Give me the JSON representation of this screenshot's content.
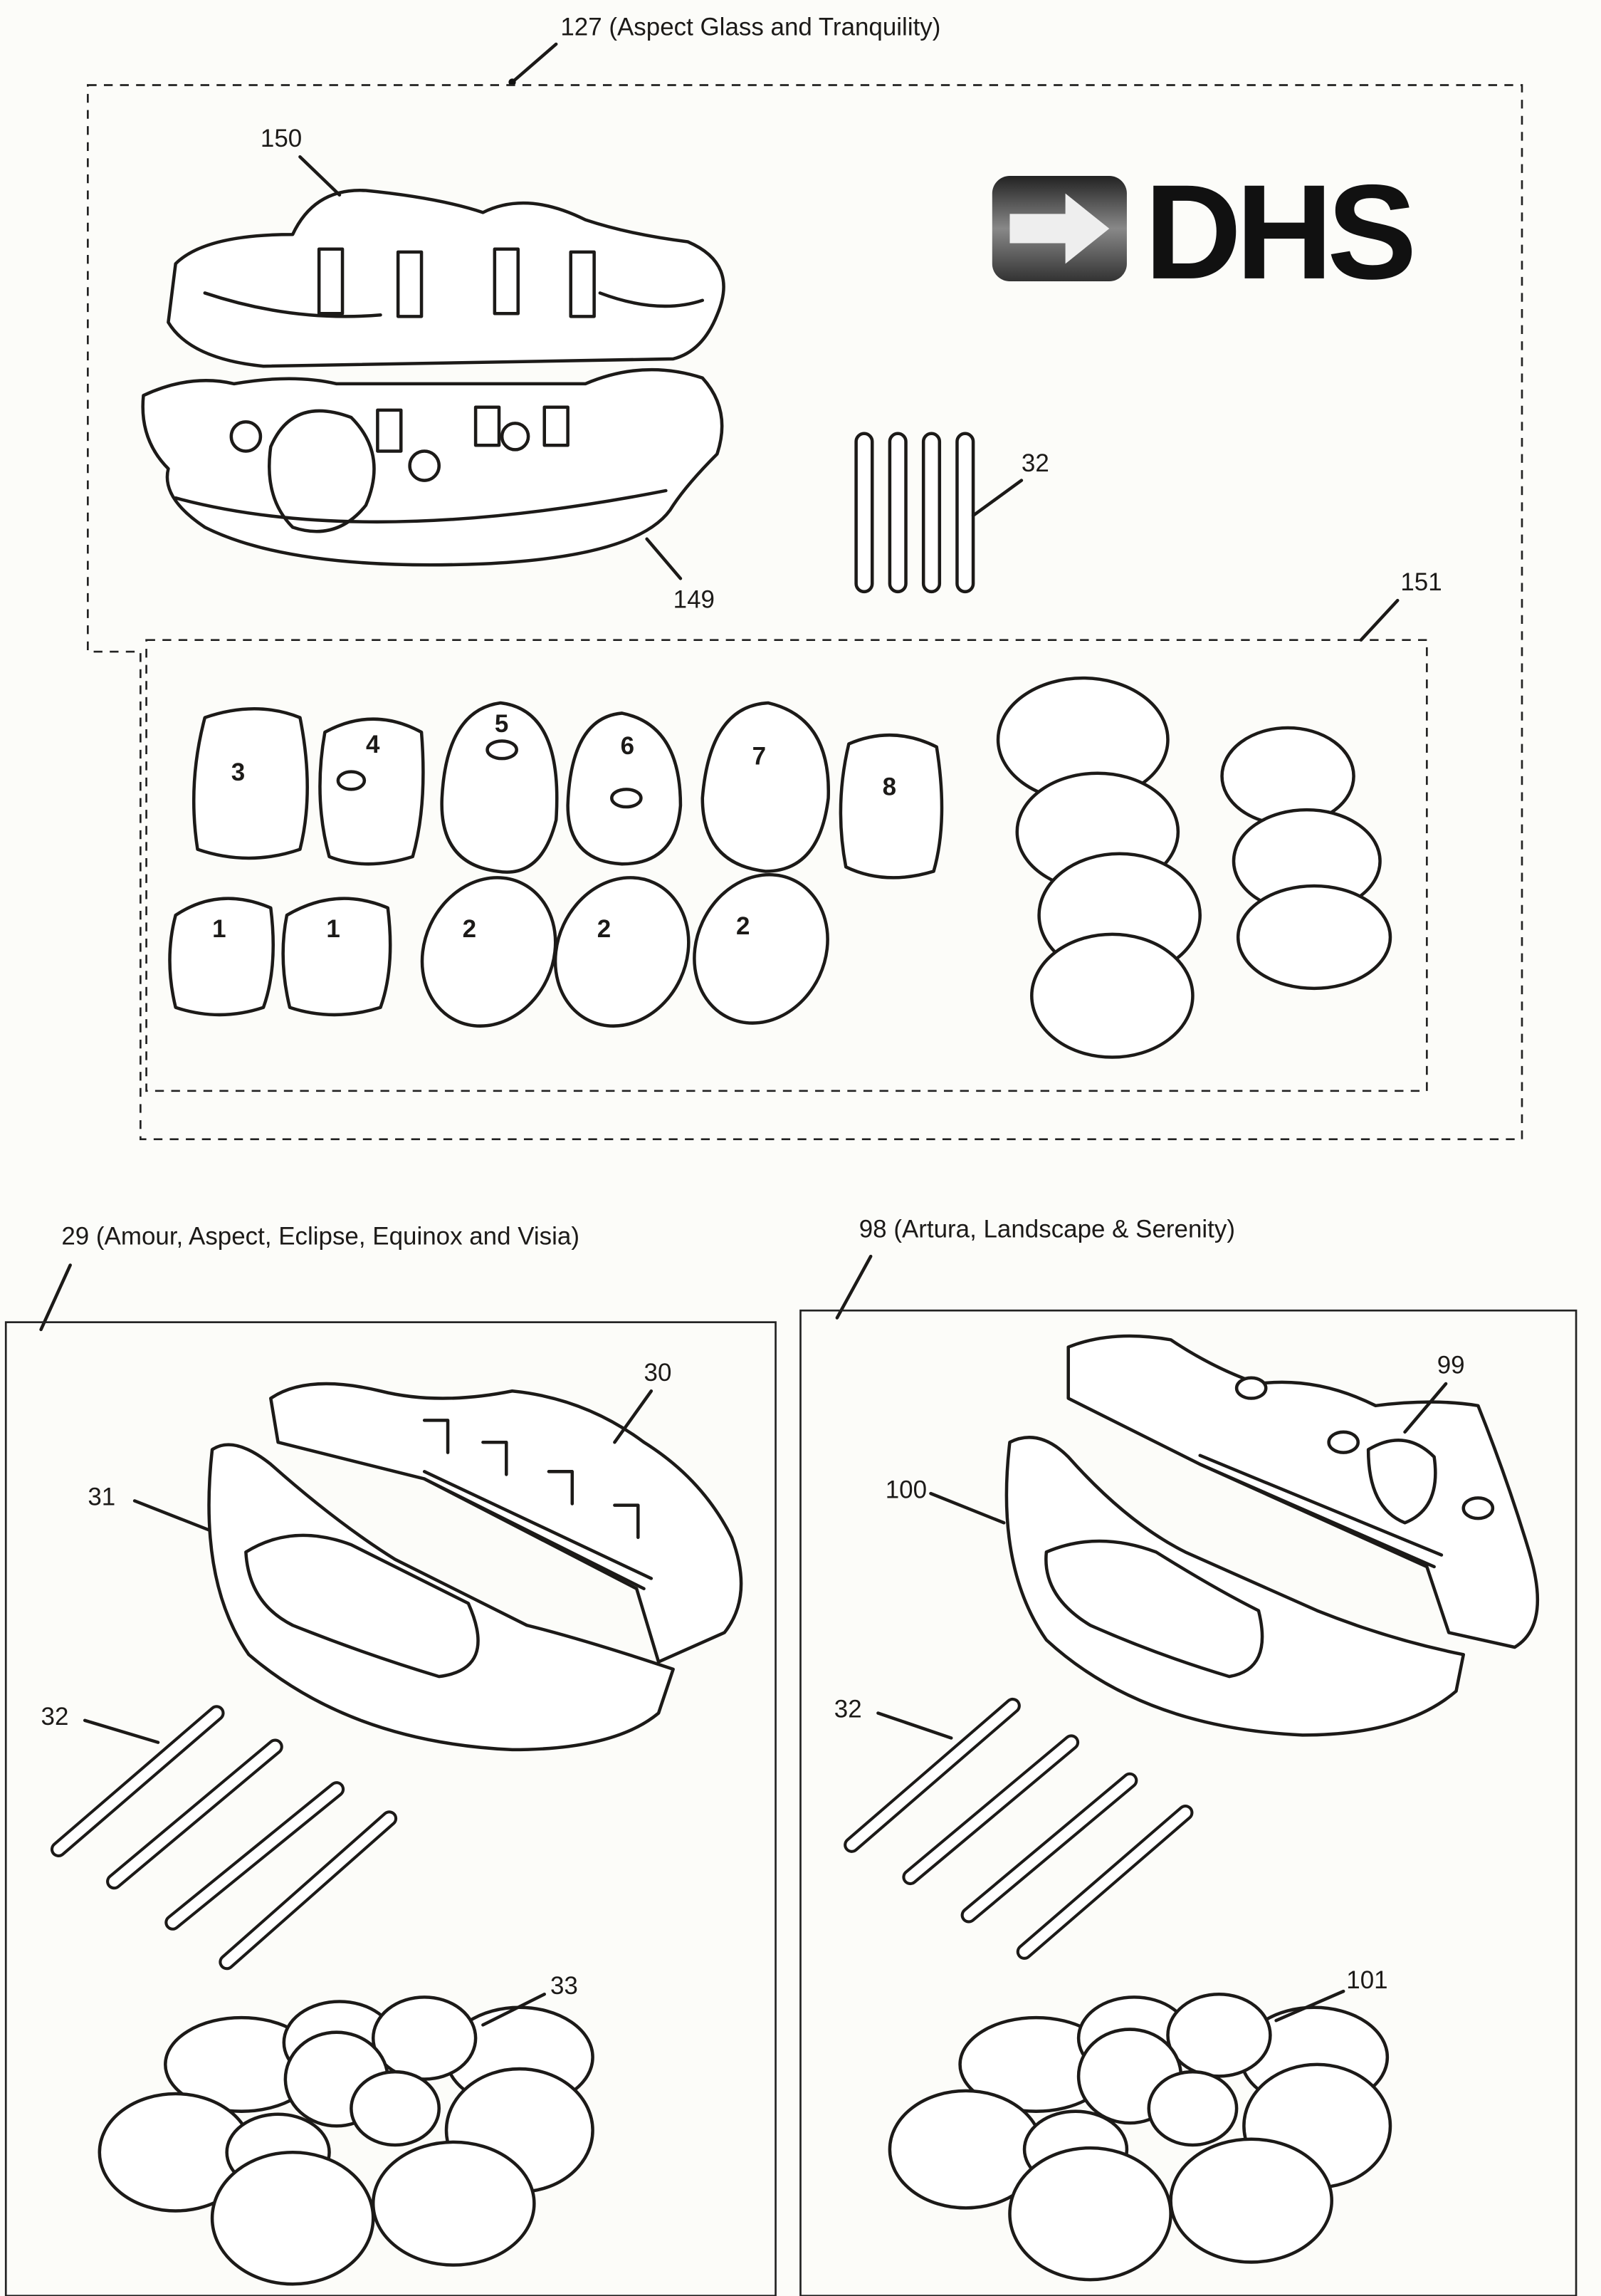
{
  "top_group": {
    "ref": "127",
    "caption": "(Aspect Glass and Tranquility)",
    "parts": {
      "upper_base": "150",
      "lower_base": "149",
      "rods": "32",
      "stone_set": "151"
    },
    "stone_numbers": [
      "3",
      "4",
      "5",
      "6",
      "7",
      "8",
      "1",
      "1",
      "2",
      "2",
      "2"
    ]
  },
  "logo": {
    "text": "DHS"
  },
  "left_group": {
    "ref": "29",
    "caption": "(Amour, Aspect, Eclipse, Equinox and Visia)",
    "parts": {
      "rear_base": "30",
      "front_base": "31",
      "rods": "32",
      "pebbles": "33"
    }
  },
  "right_group": {
    "ref": "98",
    "caption": "(Artura, Landscape & Serenity)",
    "parts": {
      "rear_base": "99",
      "front_base": "100",
      "rods": "32",
      "pebbles": "101"
    }
  }
}
